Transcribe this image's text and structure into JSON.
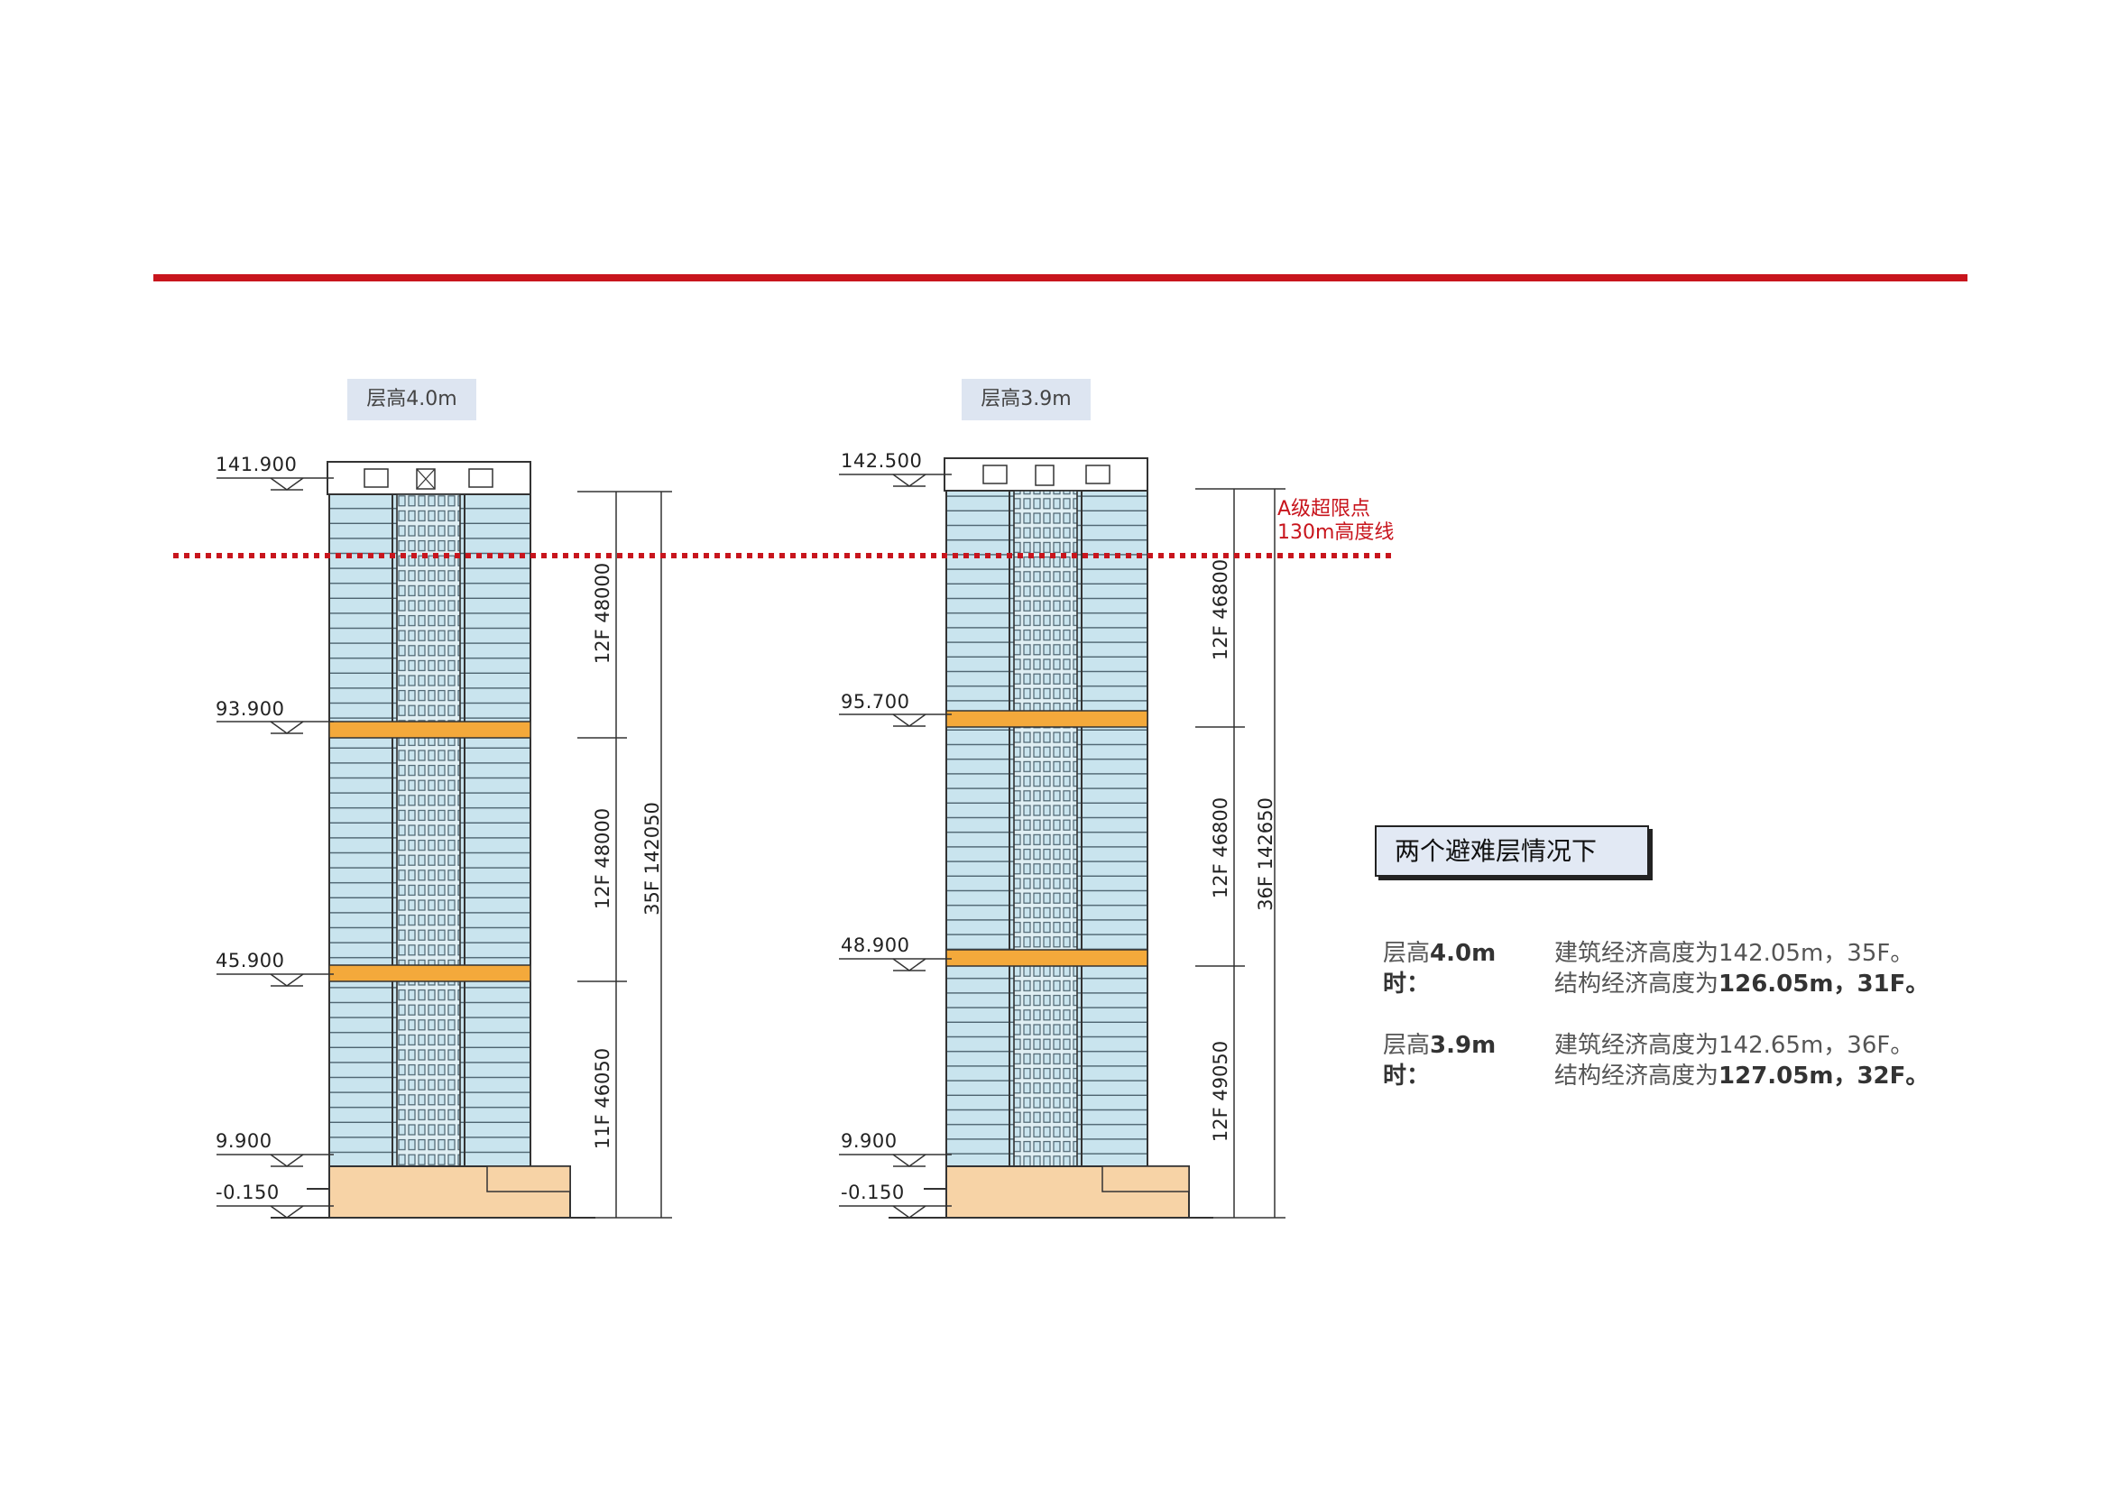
{
  "tags": {
    "left": "层高4.0m",
    "right": "层高3.9m"
  },
  "left_building": {
    "levels": [
      "141.900",
      "93.900",
      "45.900",
      "9.900",
      "-0.150"
    ],
    "dims": [
      "12F  48000",
      "12F  48000",
      "11F  46050",
      "35F  142050"
    ]
  },
  "right_building": {
    "levels": [
      "142.500",
      "95.700",
      "48.900",
      "9.900",
      "-0.150"
    ],
    "dims": [
      "12F  46800",
      "12F  46800",
      "12F  49050",
      "36F  142650"
    ]
  },
  "limit_line": {
    "line1": "A级超限点",
    "line2": "130m高度线",
    "color": "#c8151d"
  },
  "note_title": "两个避难层情况下",
  "summary": {
    "row1": {
      "h1": "层高",
      "h1b": "4.0m",
      "h2": "时：",
      "a1": "建筑经济高度为142.05m，35F。",
      "b_pre": "结构经济高度为",
      "b_bold": "126.05m，31F。"
    },
    "row2": {
      "h1": "层高",
      "h1b": "3.9m",
      "h2": "时：",
      "a1": "建筑经济高度为142.65m，36F。",
      "b_pre": "结构经济高度为",
      "b_bold": "127.05m，32F。"
    }
  },
  "colors": {
    "accent": "#c8151d",
    "glass": "#c9e4ee",
    "refuge": "#f4a93b",
    "podium": "#f7d3a6"
  }
}
